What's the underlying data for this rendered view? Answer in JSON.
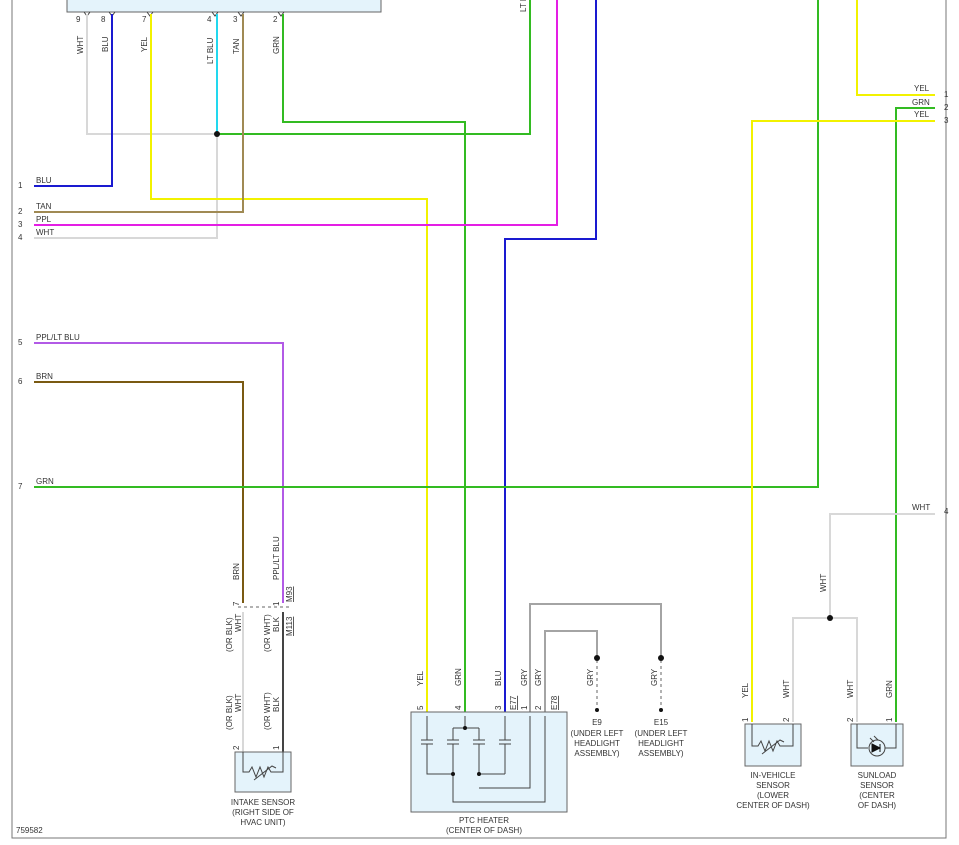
{
  "diagram_id": "759582",
  "colors": {
    "WHT": "#d8d8d8",
    "BLU": "#1a1ad0",
    "YEL": "#f2f200",
    "LTBLU": "#22d8ee",
    "TAN": "#a08a54",
    "GRN": "#33bb22",
    "PPL": "#e41ee4",
    "PPLLTBLU": "#b25ae6",
    "BRN": "#7a5a12",
    "GRY": "#a4a4a4",
    "BLK": "#444444"
  },
  "top_pins": [
    {
      "num": "9",
      "color": "WHT"
    },
    {
      "num": "8",
      "color": "BLU"
    },
    {
      "num": "7",
      "color": "YEL"
    },
    {
      "num": "4",
      "color": "LT BLU"
    },
    {
      "num": "3",
      "color": "TAN"
    },
    {
      "num": "2",
      "color": "GRN"
    }
  ],
  "top_partial_label": "LT B",
  "left_terminals": [
    {
      "num": "1",
      "label": "BLU"
    },
    {
      "num": "2",
      "label": "TAN"
    },
    {
      "num": "3",
      "label": "PPL"
    },
    {
      "num": "4",
      "label": "WHT"
    },
    {
      "num": "5",
      "label": "PPL/LT BLU"
    },
    {
      "num": "6",
      "label": "BRN"
    },
    {
      "num": "7",
      "label": "GRN"
    }
  ],
  "right_terminals": [
    {
      "num": "1",
      "label": "YEL"
    },
    {
      "num": "2",
      "label": "GRN"
    },
    {
      "num": "3",
      "label": "YEL"
    },
    {
      "num": "4",
      "label": "WHT"
    }
  ],
  "intake": {
    "wire_labels": [
      "BRN",
      "PPL/LT BLU"
    ],
    "conn_labels": [
      "M93",
      "M113"
    ],
    "pin_top": [
      "7",
      "1"
    ],
    "pin_bottom": [
      "2",
      "1"
    ],
    "side_labels": [
      "(OR BLK)",
      "WHT",
      "(OR WHT)",
      "BLK"
    ],
    "title": "INTAKE SENSOR",
    "sub1": "(RIGHT SIDE OF",
    "sub2": "HVAC UNIT)"
  },
  "ptc": {
    "wire_labels": [
      "YEL",
      "GRN",
      "BLU",
      "GRY",
      "GRY"
    ],
    "pins": [
      "5",
      "4",
      "3",
      "1",
      "2"
    ],
    "conn_labels": [
      "E77",
      "E78"
    ],
    "title": "PTC HEATER",
    "sub": "(CENTER OF DASH)"
  },
  "grounds": [
    {
      "wire": "GRY",
      "id": "E9",
      "line1": "(UNDER LEFT",
      "line2": "HEADLIGHT",
      "line3": "ASSEMBLY)"
    },
    {
      "wire": "GRY",
      "id": "E15",
      "line1": "(UNDER LEFT",
      "line2": "HEADLIGHT",
      "line3": "ASSEMBLY)"
    }
  ],
  "invehicle": {
    "wire_labels": [
      "YEL",
      "WHT"
    ],
    "pins": [
      "1",
      "2"
    ],
    "title": "IN-VEHICLE",
    "sub1": "SENSOR",
    "sub2": "(LOWER",
    "sub3": "CENTER OF DASH)"
  },
  "sunload": {
    "wire_labels": [
      "WHT",
      "GRN"
    ],
    "pins": [
      "2",
      "1"
    ],
    "title": "SUNLOAD",
    "sub1": "SENSOR",
    "sub2": "(CENTER",
    "sub3": "OF DASH)"
  },
  "splice_wire_label": "WHT"
}
